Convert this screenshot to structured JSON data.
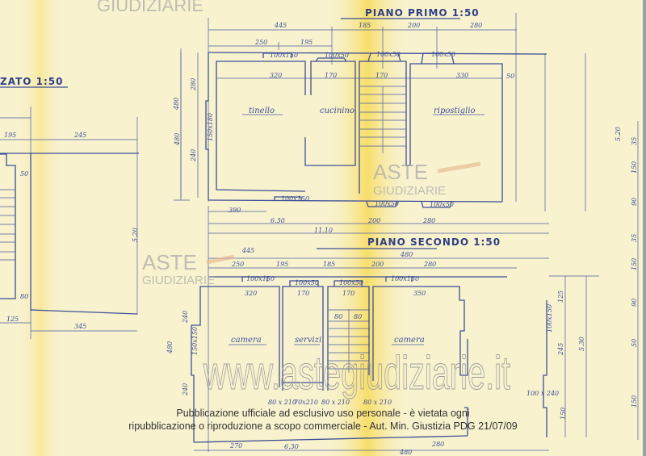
{
  "plans": {
    "left_partial": {
      "title": "ZATO 1:50",
      "dims": [
        "195",
        "245",
        "5.20",
        "50",
        "80",
        "125",
        "345",
        "480"
      ]
    },
    "first_floor": {
      "title": "PIANO PRIMO 1:50",
      "rooms": [
        "tinello",
        "cucinino",
        "ripostiglio"
      ],
      "dims_top": [
        "445",
        "185",
        "200",
        "280",
        "250",
        "195"
      ],
      "windows_top": [
        "100x150",
        "100x50",
        "100x50",
        "100x50"
      ],
      "dims_inner": [
        "320",
        "170",
        "170",
        "330",
        "50"
      ],
      "dims_side": [
        "280",
        "480",
        "240",
        "150x180",
        "5.20"
      ],
      "windows_bottom": [
        "100x150",
        "100x50",
        "100x50"
      ],
      "dims_bottom": [
        "390",
        "6.30",
        "200",
        "280",
        "11.10"
      ]
    },
    "second_floor": {
      "title": "PIANO SECONDO 1:50",
      "rooms": [
        "camera",
        "servizi",
        "camera"
      ],
      "dims_top": [
        "445",
        "480",
        "250",
        "195",
        "185",
        "200",
        "280"
      ],
      "windows_top": [
        "100x150",
        "100x50",
        "100x50",
        "100x150"
      ],
      "dims_inner": [
        "320",
        "170",
        "170",
        "350",
        "80",
        "80"
      ],
      "dims_side": [
        "240",
        "480",
        "240",
        "150x150",
        "125",
        "245",
        "5.30",
        "100x150",
        "150",
        "100 x 240"
      ],
      "doors": [
        "80 x 210",
        "80 x 210",
        "80 x 210",
        "70x210"
      ],
      "dims_bottom": [
        "270",
        "280",
        "6.30",
        "480"
      ]
    },
    "right_edge_dims": [
      "35",
      "150",
      "90",
      "35",
      "150",
      "90",
      "50",
      "150"
    ]
  },
  "watermarks": {
    "top": "GIUDIZIARIE",
    "logo_a": "ASTE",
    "logo_b": "GIUDIZIARIE",
    "site": "www.astegiudiziarie.it"
  },
  "notice": {
    "line1": "Pubblicazione ufficiale ad esclusivo uso personale - è vietata ogni",
    "line2": "ripubblicazione o riproduzione a scopo commerciale - Aut. Min. Giustizia PDG 21/07/09"
  },
  "colors": {
    "paper": "#f8f2cf",
    "ink": "#3d4f96",
    "fold": "#f7dc5c"
  }
}
